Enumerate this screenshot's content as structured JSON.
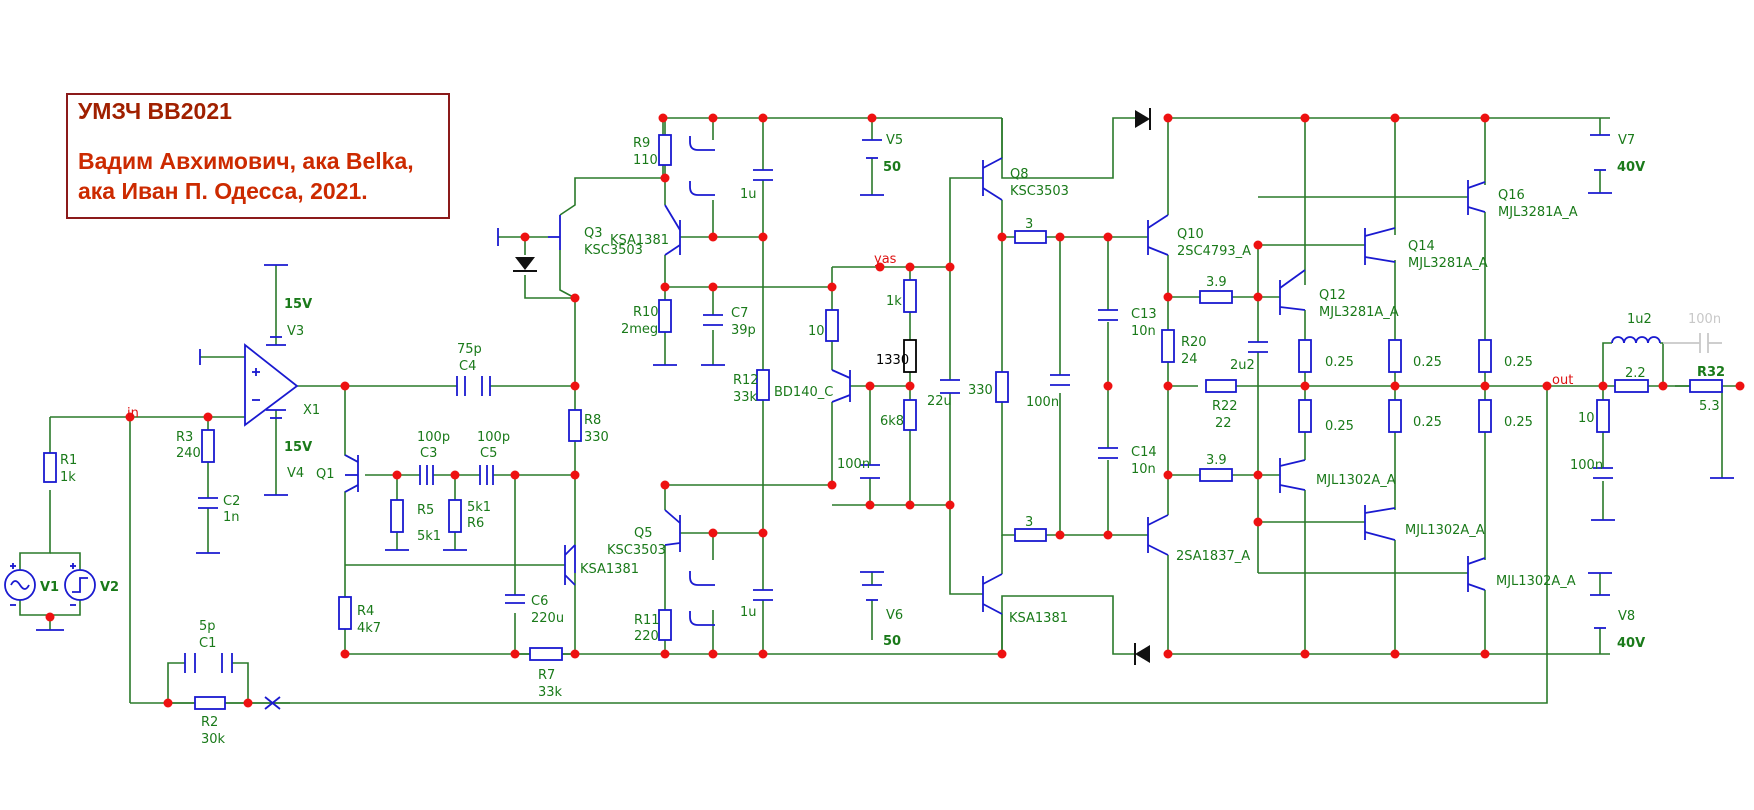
{
  "title": {
    "line1": "УМЗЧ BB2021",
    "line2": "Вадим Авхимович, ака Belka,",
    "line3": "ака Иван П. Одесса, 2021."
  },
  "nets": {
    "in": "in",
    "yas": "yas",
    "out": "out"
  },
  "labels": [
    {
      "id": "r1",
      "text": "R1"
    },
    {
      "id": "r1v",
      "text": "1k"
    },
    {
      "id": "r3",
      "text": "R3"
    },
    {
      "id": "r3v",
      "text": "240"
    },
    {
      "id": "c2",
      "text": "C2"
    },
    {
      "id": "c2v",
      "text": "1n"
    },
    {
      "id": "v1",
      "text": "V1"
    },
    {
      "id": "v2",
      "text": "V2"
    },
    {
      "id": "c1v",
      "text": "5p"
    },
    {
      "id": "c1",
      "text": "C1"
    },
    {
      "id": "r2",
      "text": "R2"
    },
    {
      "id": "r2v",
      "text": "30k"
    },
    {
      "id": "v3v",
      "text": "15V"
    },
    {
      "id": "v3",
      "text": "V3"
    },
    {
      "id": "v4v",
      "text": "15V"
    },
    {
      "id": "v4",
      "text": "V4"
    },
    {
      "id": "x1",
      "text": "X1"
    },
    {
      "id": "c4v",
      "text": "75p"
    },
    {
      "id": "c4",
      "text": "C4"
    },
    {
      "id": "q1",
      "text": "Q1"
    },
    {
      "id": "c3v",
      "text": "100p"
    },
    {
      "id": "c3",
      "text": "C3"
    },
    {
      "id": "c5v",
      "text": "100p"
    },
    {
      "id": "c5",
      "text": "C5"
    },
    {
      "id": "r5",
      "text": "R5"
    },
    {
      "id": "r5v",
      "text": "5k1"
    },
    {
      "id": "r6v",
      "text": "5k1"
    },
    {
      "id": "r6",
      "text": "R6"
    },
    {
      "id": "r4",
      "text": "R4"
    },
    {
      "id": "r4v",
      "text": "4k7"
    },
    {
      "id": "c6",
      "text": "C6"
    },
    {
      "id": "c6v",
      "text": "220u"
    },
    {
      "id": "r7",
      "text": "R7"
    },
    {
      "id": "r7v",
      "text": "33k"
    },
    {
      "id": "q3",
      "text": "Q3"
    },
    {
      "id": "q3t",
      "text": "KSC3503"
    },
    {
      "id": "r8",
      "text": "R8"
    },
    {
      "id": "r8v",
      "text": "330"
    },
    {
      "id": "q2t",
      "text": "KSA1381"
    },
    {
      "id": "r9",
      "text": "R9"
    },
    {
      "id": "r9v",
      "text": "110"
    },
    {
      "id": "q4t",
      "text": "KSA1381"
    },
    {
      "id": "r10",
      "text": "R10"
    },
    {
      "id": "r10v",
      "text": "2meg"
    },
    {
      "id": "c7",
      "text": "C7"
    },
    {
      "id": "c7v",
      "text": "39p"
    },
    {
      "id": "c1u",
      "text": "1u"
    },
    {
      "id": "c1u2",
      "text": "1u"
    },
    {
      "id": "v5",
      "text": "V5"
    },
    {
      "id": "v5v",
      "text": "50"
    },
    {
      "id": "v6",
      "text": "V6"
    },
    {
      "id": "v6v",
      "text": "50"
    },
    {
      "id": "r12",
      "text": "R12"
    },
    {
      "id": "r12v",
      "text": "33k"
    },
    {
      "id": "q5",
      "text": "Q5"
    },
    {
      "id": "q5t",
      "text": "KSC3503"
    },
    {
      "id": "r11",
      "text": "R11"
    },
    {
      "id": "r11v",
      "text": "220"
    },
    {
      "id": "r10ohm",
      "text": "10"
    },
    {
      "id": "bd140",
      "text": "BD140_C"
    },
    {
      "id": "c100n1",
      "text": "100n"
    },
    {
      "id": "r1k",
      "text": "1k"
    },
    {
      "id": "r1330",
      "text": "1330"
    },
    {
      "id": "r6k8",
      "text": "6k8"
    },
    {
      "id": "c22u",
      "text": "22u"
    },
    {
      "id": "c330",
      "text": "330"
    },
    {
      "id": "q8",
      "text": "Q8"
    },
    {
      "id": "q8t",
      "text": "KSC3503"
    },
    {
      "id": "q9t",
      "text": "KSA1381"
    },
    {
      "id": "r3a",
      "text": "3"
    },
    {
      "id": "r3b",
      "text": "3"
    },
    {
      "id": "c100n2",
      "text": "100n"
    },
    {
      "id": "c13",
      "text": "C13"
    },
    {
      "id": "c13v",
      "text": "10n"
    },
    {
      "id": "c14",
      "text": "C14"
    },
    {
      "id": "c14v",
      "text": "10n"
    },
    {
      "id": "q10",
      "text": "Q10"
    },
    {
      "id": "q10t",
      "text": "2SC4793_A"
    },
    {
      "id": "q11t",
      "text": "2SA1837_A"
    },
    {
      "id": "r39a",
      "text": "3.9"
    },
    {
      "id": "r39b",
      "text": "3.9"
    },
    {
      "id": "r20",
      "text": "R20"
    },
    {
      "id": "r20v",
      "text": "24"
    },
    {
      "id": "r22",
      "text": "R22"
    },
    {
      "id": "r22v",
      "text": "22"
    },
    {
      "id": "c2u2",
      "text": "2u2"
    },
    {
      "id": "q12",
      "text": "Q12"
    },
    {
      "id": "q12t",
      "text": "MJL3281A_A"
    },
    {
      "id": "q14",
      "text": "Q14"
    },
    {
      "id": "q14t",
      "text": "MJL3281A_A"
    },
    {
      "id": "q16",
      "text": "Q16"
    },
    {
      "id": "q16t",
      "text": "MJL3281A_A"
    },
    {
      "id": "q13t",
      "text": "MJL1302A_A"
    },
    {
      "id": "q15t",
      "text": "MJL1302A_A"
    },
    {
      "id": "q17t",
      "text": "MJL1302A_A"
    },
    {
      "id": "re1",
      "text": "0.25"
    },
    {
      "id": "re2",
      "text": "0.25"
    },
    {
      "id": "re3",
      "text": "0.25"
    },
    {
      "id": "re4",
      "text": "0.25"
    },
    {
      "id": "re5",
      "text": "0.25"
    },
    {
      "id": "re6",
      "text": "0.25"
    },
    {
      "id": "v7",
      "text": "V7"
    },
    {
      "id": "v7v",
      "text": "40V"
    },
    {
      "id": "v8",
      "text": "V8"
    },
    {
      "id": "v8v",
      "text": "40V"
    },
    {
      "id": "l1",
      "text": "1u2"
    },
    {
      "id": "cg",
      "text": "100n"
    },
    {
      "id": "r2_2",
      "text": "2.2"
    },
    {
      "id": "r32",
      "text": "R32"
    },
    {
      "id": "r32v",
      "text": "5.3"
    },
    {
      "id": "r10z",
      "text": "10"
    },
    {
      "id": "c100n3",
      "text": "100n"
    }
  ],
  "colors": {
    "wire": "#2a7a2a",
    "component": "#1a1ad0",
    "node": "#ee1111",
    "label": "#1a7a1a",
    "title": "#cc2a00",
    "title_border": "#8b1a1a"
  }
}
